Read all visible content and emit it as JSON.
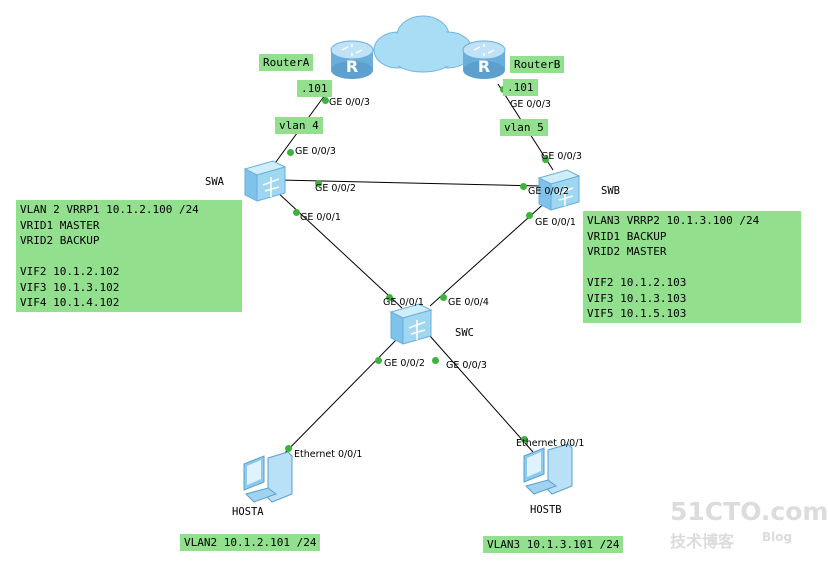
{
  "devices": {
    "routerA": "RouterA",
    "routerB": "RouterB",
    "swa": "SWA",
    "swb": "SWB",
    "swc": "SWC",
    "hosta": "HOSTA",
    "hostb": "HOSTB"
  },
  "labels": {
    "ra_ip": ".101",
    "rb_ip": ".101",
    "vlan_left": "vlan 4",
    "vlan_right": "vlan 5",
    "hosta_net": "VLAN2 10.1.2.101 /24",
    "hostb_net": "VLAN3 10.1.3.101 /24"
  },
  "ports": {
    "ra_ge003": "GE 0/0/3",
    "swa_ge003": "GE 0/0/3",
    "swa_ge002": "GE 0/0/2",
    "swa_ge001": "GE 0/0/1",
    "rb_ge003": "GE 0/0/3",
    "swb_ge003": "GE 0/0/3",
    "swb_ge002": "GE 0/0/2",
    "swb_ge001": "GE 0/0/1",
    "swc_ge001": "GE 0/0/1",
    "swc_ge004": "GE 0/0/4",
    "swc_ge002": "GE 0/0/2",
    "swc_ge003": "GE 0/0/3",
    "hosta_eth": "Ethernet 0/0/1",
    "hostb_eth": "Ethernet 0/0/1"
  },
  "swa_info": [
    "VLAN 2 VRRP1 10.1.2.100 /24",
    "VRID1 MASTER",
    "VRID2 BACKUP",
    "",
    "VIF2 10.1.2.102",
    "VIF3 10.1.3.102",
    "VIF4 10.1.4.102"
  ],
  "swb_info": [
    "VLAN3 VRRP2 10.1.3.100 /24",
    "VRID1 BACKUP",
    "VRID2 MASTER",
    "",
    "VIF2 10.1.2.103",
    "VIF3 10.1.3.103",
    "VIF5 10.1.5.103"
  ],
  "watermark": {
    "logo": "51CTO.com",
    "sub": "技术博客",
    "blog": "Blog"
  },
  "colors": {
    "label_green": "#92e08e",
    "port_dot": "#3db33d",
    "router_blue": "#8fc8ec",
    "cloud_blue": "#a9dcf5",
    "switch_blue": "#9fd7f3"
  }
}
